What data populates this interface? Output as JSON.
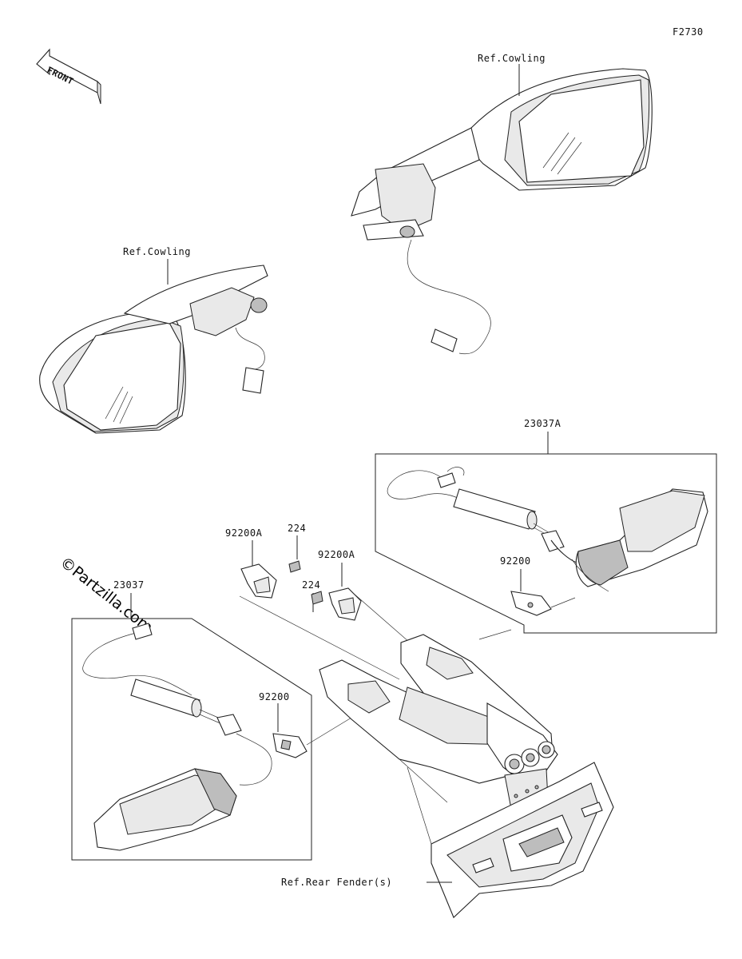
{
  "figure_code": "F2730",
  "front_arrow": "FRONT",
  "watermark": "©Partzilla.com",
  "labels": {
    "ref_cowling_right": "Ref.Cowling",
    "ref_cowling_left": "Ref.Cowling",
    "part_23037A": "23037A",
    "part_23037": "23037",
    "part_92200A_1": "92200A",
    "part_92200A_2": "92200A",
    "part_224_1": "224",
    "part_224_2": "224",
    "part_92200_1": "92200",
    "part_92200_2": "92200",
    "ref_rear_fender": "Ref.Rear Fender(s)"
  }
}
